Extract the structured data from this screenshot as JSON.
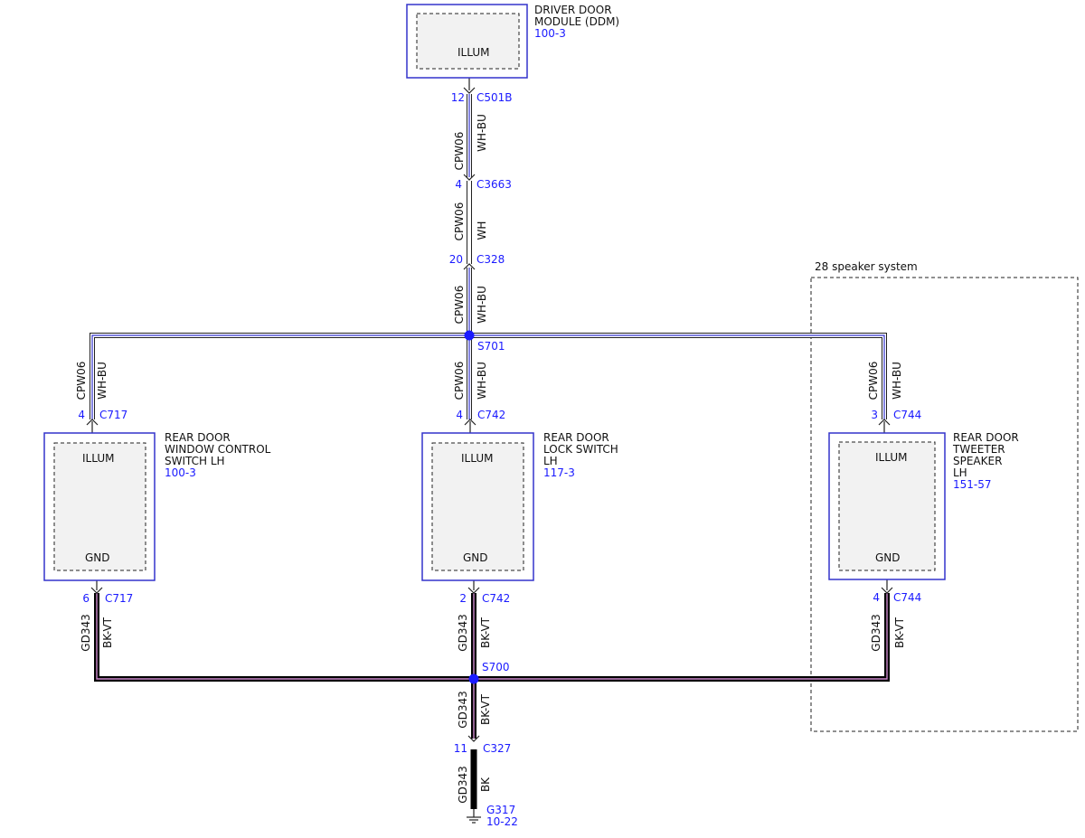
{
  "colors": {
    "module_border": "#3333cc",
    "ref_text": "#1a1aff",
    "wire_wh": "#ffffff",
    "wire_bu": "#3333cc",
    "wire_bk": "#000000",
    "wire_vt": "#cc88cc",
    "splice": "#1a1aff"
  },
  "region": {
    "label": "28 speaker system"
  },
  "components": {
    "ddm": {
      "lines": [
        "DRIVER DOOR",
        "MODULE (DDM)"
      ],
      "ref": "100-3",
      "pin_label": "ILLUM"
    },
    "window_switch": {
      "lines": [
        "REAR DOOR",
        "WINDOW CONTROL",
        "SWITCH LH"
      ],
      "ref": "100-3",
      "top_pin": "ILLUM",
      "bottom_pin": "GND"
    },
    "lock_switch": {
      "lines": [
        "REAR DOOR",
        "LOCK SWITCH",
        "LH"
      ],
      "ref": "117-3",
      "top_pin": "ILLUM",
      "bottom_pin": "GND"
    },
    "tweeter": {
      "lines": [
        "REAR DOOR",
        "TWEETER",
        "SPEAKER",
        "LH"
      ],
      "ref": "151-57",
      "top_pin": "ILLUM",
      "bottom_pin": "GND"
    }
  },
  "connectors": {
    "c501b": {
      "pin": "12",
      "name": "C501B"
    },
    "c3663": {
      "pin": "4",
      "name": "C3663"
    },
    "c328": {
      "pin": "20",
      "name": "C328"
    },
    "c717_top": {
      "pin": "4",
      "name": "C717"
    },
    "c742_top": {
      "pin": "4",
      "name": "C742"
    },
    "c744_top": {
      "pin": "3",
      "name": "C744"
    },
    "c717_bot": {
      "pin": "6",
      "name": "C717"
    },
    "c742_bot": {
      "pin": "2",
      "name": "C742"
    },
    "c744_bot": {
      "pin": "4",
      "name": "C744"
    },
    "c327": {
      "pin": "11",
      "name": "C327"
    }
  },
  "splices": {
    "s701": "S701",
    "s700": "S700"
  },
  "ground": {
    "name": "G317",
    "ref": "10-22"
  },
  "wires": {
    "w1": {
      "circuit": "CPW06",
      "color": "WH-BU"
    },
    "w2": {
      "circuit": "CPW06",
      "color": "WH"
    },
    "w3": {
      "circuit": "CPW06",
      "color": "WH-BU"
    },
    "w_left": {
      "circuit": "CPW06",
      "color": "WH-BU"
    },
    "w_mid": {
      "circuit": "CPW06",
      "color": "WH-BU"
    },
    "w_right": {
      "circuit": "CPW06",
      "color": "WH-BU"
    },
    "g_left": {
      "circuit": "GD343",
      "color": "BK-VT"
    },
    "g_mid": {
      "circuit": "GD343",
      "color": "BK-VT"
    },
    "g_right": {
      "circuit": "GD343",
      "color": "BK-VT"
    },
    "g_down": {
      "circuit": "GD343",
      "color": "BK-VT"
    },
    "g_final": {
      "circuit": "GD343",
      "color": "BK"
    }
  }
}
